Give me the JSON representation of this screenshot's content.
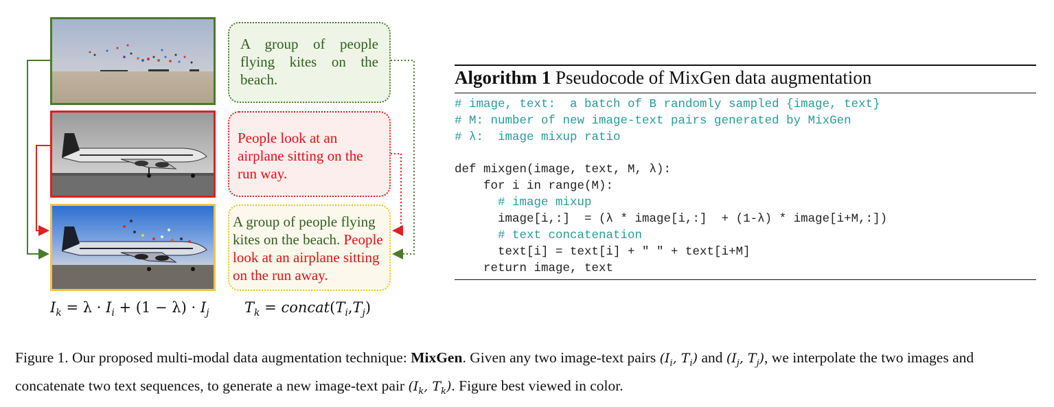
{
  "figure": {
    "text_boxes": {
      "a": "A group of people flying kites on the beach.",
      "b": "People look at an airplane sitting on the run way.",
      "c_green": "A group of people flying kites on the beach.",
      "c_red": "People look at an airplane sitting on the run away."
    },
    "formula_image": {
      "lhs": "I",
      "lhs_sub": "k",
      "eq": " = λ · ",
      "ii": "I",
      "ii_sub": "i",
      "plus": " + (1 − λ) · ",
      "ij": "I",
      "ij_sub": "j"
    },
    "formula_text": {
      "lhs": "T",
      "lhs_sub": "k",
      "eq": " = ",
      "fn": "concat",
      "arg1": "T",
      "arg1_sub": "i",
      "arg2": "T",
      "arg2_sub": "j"
    },
    "colors": {
      "green": "#4a7a2c",
      "red": "#e02020",
      "yellow": "#e8c22a",
      "code_comment": "#2a9a9a"
    }
  },
  "algorithm": {
    "label": "Algorithm 1",
    "title": "Pseudocode of MixGen data augmentation",
    "lines": [
      {
        "text": "# image, text:  a batch of B randomly sampled {image, text}",
        "comment": true
      },
      {
        "text": "# M: number of new image-text pairs generated by MixGen",
        "comment": true
      },
      {
        "text": "# λ:  image mixup ratio",
        "comment": true
      },
      {
        "text": "def mixgen(image, text, M, λ):",
        "comment": false
      },
      {
        "text": "    for i in range(M):",
        "comment": false
      },
      {
        "text": "      # image mixup",
        "comment": true
      },
      {
        "text": "      image[i,:]  = (λ * image[i,:]  + (1-λ) * image[i+M,:])",
        "comment": false
      },
      {
        "text": "      # text concatenation",
        "comment": true
      },
      {
        "text": "      text[i] = text[i] + \" \" + text[i+M]",
        "comment": false
      },
      {
        "text": "    return image, text",
        "comment": false
      }
    ]
  },
  "caption": {
    "prefix": "Figure 1. Our proposed multi-modal data augmentation technique: ",
    "bold": "MixGen",
    "part1": ".  Given any two image-text pairs ",
    "pair1": "(I",
    "pair1_sub1": "i",
    "pair1_mid": ", T",
    "pair1_sub2": "i",
    "pair1_end": ")",
    "and": " and ",
    "pair2": "(I",
    "pair2_sub1": "j",
    "pair2_mid": ", T",
    "pair2_sub2": "j",
    "pair2_end": ")",
    "part2": ", we interpolate the two images and concatenate two text sequences, to generate a new image-text pair ",
    "pair3": "(I",
    "pair3_sub1": "k",
    "pair3_mid": ", T",
    "pair3_sub2": "k",
    "pair3_end": ")",
    "part3": ". Figure best viewed in color."
  }
}
